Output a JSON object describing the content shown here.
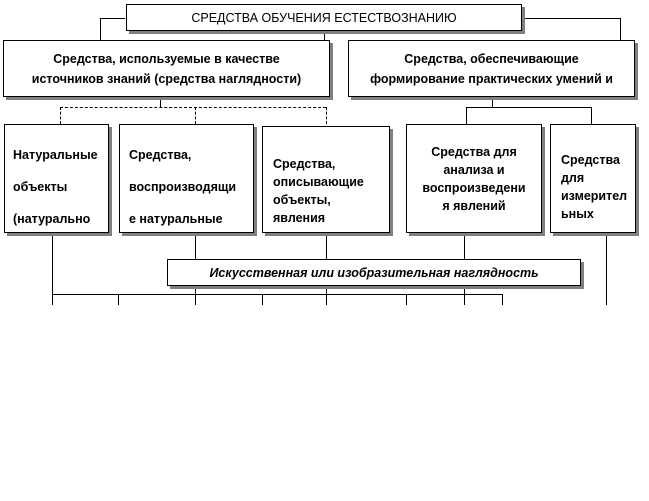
{
  "title": "СРЕДСТВА ОБУЧЕНИЯ ЕСТЕСТВОЗНАНИЮ",
  "level1": {
    "left": "Средства, используемые в качестве\nисточников знаний (средства наглядности)",
    "right": "Средства, обеспечивающие\nформирование практических умений и"
  },
  "level2": [
    {
      "text": "Натуральные\n\nобъекты\n\n(натурально"
    },
    {
      "text": "Средства,\n\nвоспроизводящи\n\nе натуральные"
    },
    {
      "text": "Средства,\nописывающие\nобъекты,\nявления"
    },
    {
      "text": "Средства для\nанализа и\nвоспроизведени\nя явлений"
    },
    {
      "text": "Средства\nдля\nизмерител\nьных"
    }
  ],
  "banner": "Искусственная или изобразительная наглядность"
}
